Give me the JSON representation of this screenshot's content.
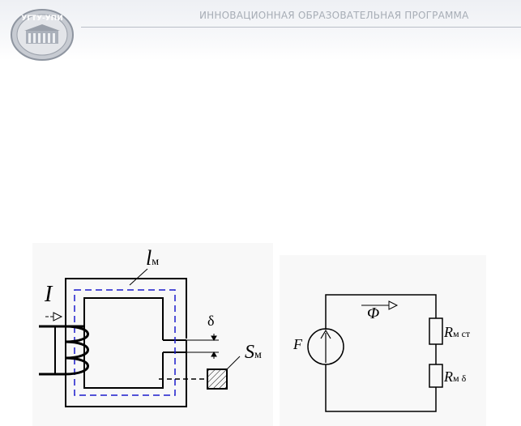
{
  "header": {
    "logo_text": "УГТУ-УПИ",
    "title": "ИННОВАЦИОННАЯ ОБРАЗОВАТЕЛЬНАЯ ПРОГРАММА"
  },
  "diagram": {
    "left": {
      "label_length": "l",
      "label_length_sub": "м",
      "label_current": "I",
      "label_gap": "δ",
      "label_area": "S",
      "label_area_sub": "м"
    },
    "right": {
      "label_mmf": "F",
      "label_flux": "Φ",
      "label_r1": "R",
      "label_r1_sub": "м ст",
      "label_r2": "R",
      "label_r2_sub": "м δ"
    }
  }
}
